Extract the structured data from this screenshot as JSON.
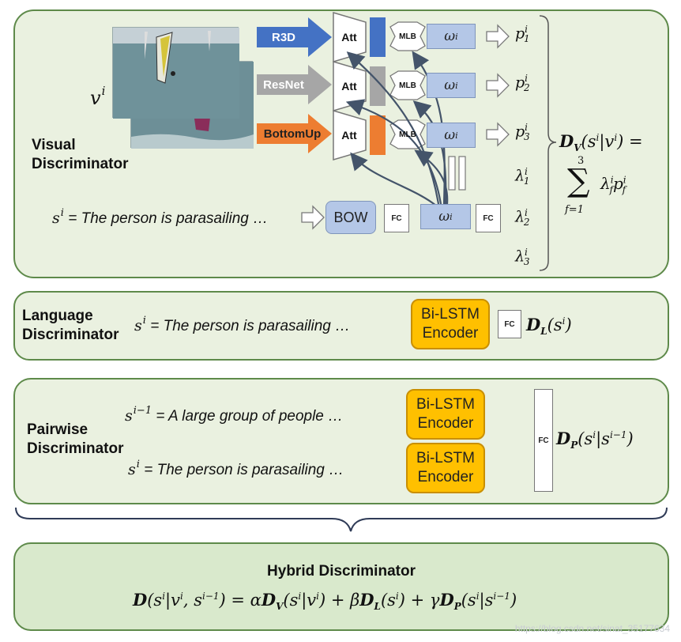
{
  "visual": {
    "label": "Visual\nDiscriminator",
    "video_var": "v",
    "video_sup": "i",
    "sentence": "= The person is parasailing …",
    "sentence_var": "s",
    "sentence_sup": "i",
    "networks": [
      {
        "name": "R3D",
        "color": "#4472c4"
      },
      {
        "name": "ResNet",
        "color": "#a6a6a6"
      },
      {
        "name": "BottomUp",
        "color": "#ed7d31"
      }
    ],
    "att_label": "Att",
    "mlb_label": "MLB",
    "omega": "ω",
    "omega_sup": "i",
    "bow_label": "BOW",
    "fc_label": "FC",
    "p_labels": [
      "1",
      "2",
      "3"
    ],
    "lambda_labels": [
      "1",
      "2",
      "3"
    ],
    "formula_lhs": "D",
    "formula_lhs_sub": "V",
    "formula_arg": "(s|v) =",
    "sum_top": "3",
    "sum_bottom": "f=1"
  },
  "language": {
    "label": "Language\nDiscriminator",
    "sentence_var": "s",
    "sentence_sup": "i",
    "sentence": "= The person is parasailing …",
    "encoder_label": "Bi-LSTM\nEncoder",
    "fc_label": "FC",
    "output": "D",
    "output_sub": "L"
  },
  "pairwise": {
    "label": "Pairwise\nDiscriminator",
    "sentence1_var": "s",
    "sentence1_sup": "i−1",
    "sentence1": "= A large group of people …",
    "sentence2_var": "s",
    "sentence2_sup": "i",
    "sentence2": "= The person is parasailing …",
    "encoder_label": "Bi-LSTM\nEncoder",
    "fc_label": "FC",
    "output": "D",
    "output_sub": "P"
  },
  "hybrid": {
    "title": "Hybrid Discriminator",
    "alpha": "α",
    "beta": "β",
    "gamma": "γ"
  },
  "watermark": "https://blog.csdn.net/sinat_35177634",
  "colors": {
    "panel_border": "#5e8a4a",
    "panel_fill": "#eaf1e0",
    "encoder": "#ffc000",
    "blue_box": "#b4c7e7"
  }
}
